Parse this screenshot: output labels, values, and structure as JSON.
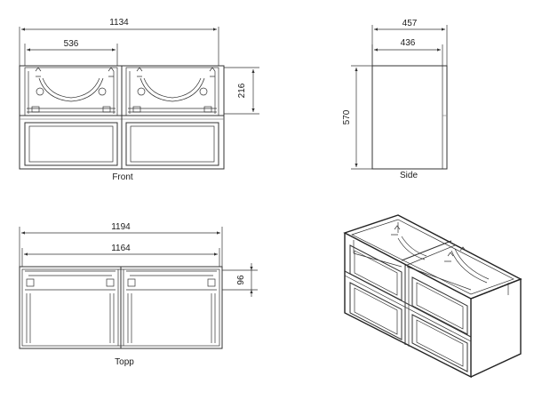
{
  "views": {
    "front": {
      "label": "Front",
      "dim_total_width": "1134",
      "dim_drawer_width": "536",
      "dim_drawer_height": "216"
    },
    "side": {
      "label": "Side",
      "dim_outer_depth": "457",
      "dim_inner_depth": "436",
      "dim_height": "570"
    },
    "top": {
      "label": "Topp",
      "dim_outer_width": "1194",
      "dim_inner_width": "1164",
      "dim_rail_depth": "96"
    },
    "iso": {
      "label": ""
    }
  },
  "colors": {
    "line": "#333333",
    "text": "#1a1a1a",
    "background": "#ffffff"
  }
}
